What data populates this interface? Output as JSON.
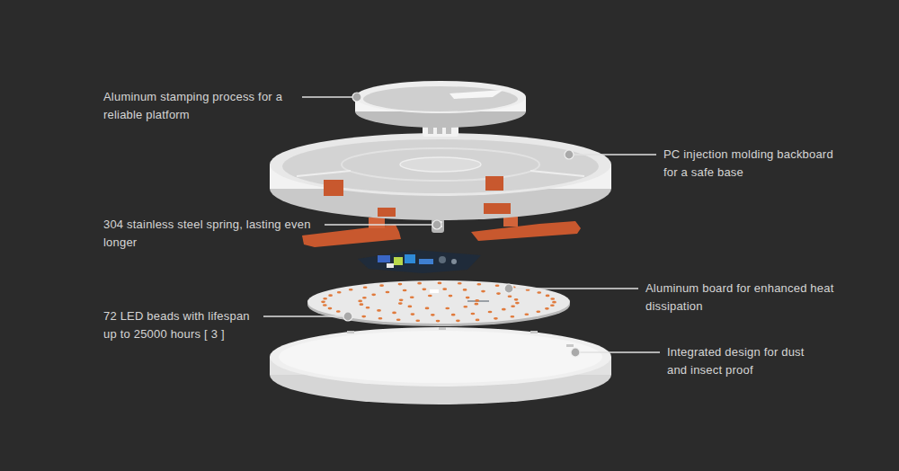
{
  "diagram": {
    "labels": [
      "Aluminum stamping process for a reliable platform",
      "PC injection molding backboard for a safe base",
      "304 stainless steel spring, lasting even longer",
      "Aluminum board for enhanced heat dissipation",
      "72 LED beads with lifespan up to 25000 hours [ 3 ]",
      "Integrated design for dust and insect proof"
    ]
  }
}
